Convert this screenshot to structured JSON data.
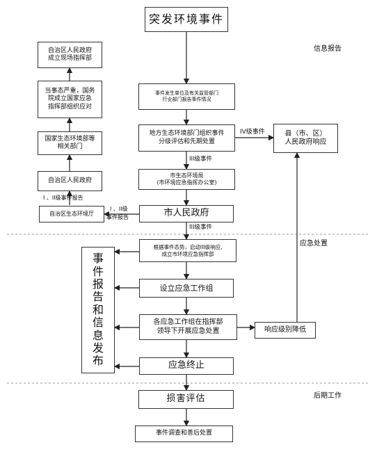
{
  "sections": {
    "info_report": "信息报告",
    "emergency": "应急处置",
    "post_work": "后期工作"
  },
  "nodes": {
    "title": "突发环境事件",
    "unit_report": "事件发生单位及有关监管部门\n行业部门报告事件情况",
    "local_eco": "地方生态环境部门组织事件\n分级评估和先期处置",
    "city_eco": "市生态环境局\n(市环境应急指挥办公室)",
    "city_gov": "市人民政府",
    "county_gov": "县（市、区）\n人民政府响应",
    "region_eco": "自治区生态环境厅",
    "region_gov": "自治区人民政府",
    "national_eco": "国家生态环境部等\n相关部门",
    "state_council": "当事态严重，国务\n院成立国家应急\n指挥部组织应对",
    "region_site": "自治区人民政府\n成立现场指挥部",
    "start_response": "根据事件态势，启动III级响应,\n成立市环境应急指挥部",
    "setup_group": "设立应急工作组",
    "groups_work": "各应急工作组在指挥部\n领导下开展应急处置",
    "lower_level": "响应级别降低",
    "end": "应急终止",
    "publish": "事件报告和信息发布",
    "damage": "损害评估",
    "investigation": "事件调查和善后处置"
  },
  "labels": {
    "level4": "IV级事件",
    "level3_a": "III级事件",
    "level3_b": "III级事件",
    "level12_top": "I 、II级事件报告",
    "level12_side_1": "I 、II级",
    "level12_side_2": "事件报告"
  }
}
